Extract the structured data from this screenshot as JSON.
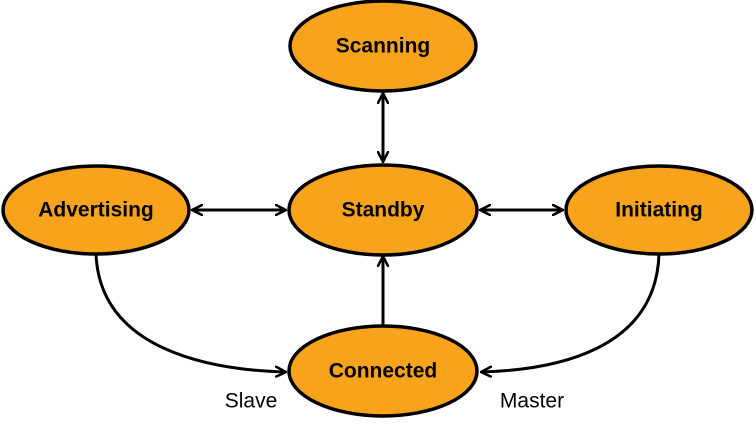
{
  "colors": {
    "state_fill": "#f7a41c",
    "outline": "#000000",
    "background": "#ffffff"
  },
  "states": {
    "scanning": "Scanning",
    "advertising": "Advertising",
    "standby": "Standby",
    "initiating": "Initiating",
    "connected": "Connected"
  },
  "edge_labels": {
    "slave": "Slave",
    "master": "Master"
  }
}
